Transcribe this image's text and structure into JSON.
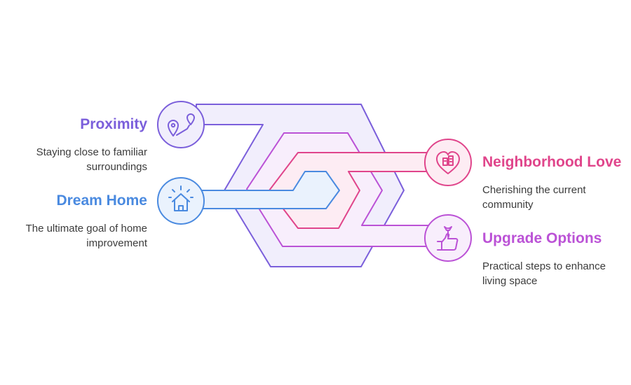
{
  "items": [
    {
      "key": "proximity",
      "title": "Proximity",
      "desc_lines": [
        "Staying close to familiar",
        "surroundings"
      ],
      "color": "#7b5fdb",
      "fill": "#f1eefc",
      "icon": "map-pins-icon"
    },
    {
      "key": "dream_home",
      "title": "Dream Home",
      "desc_lines": [
        "The ultimate goal of home",
        "improvement"
      ],
      "color": "#4a8ae0",
      "fill": "#eaf2fd",
      "icon": "house-icon"
    },
    {
      "key": "neighborhood_love",
      "title": "Neighborhood Love",
      "desc_lines": [
        "Cherishing the current",
        "community"
      ],
      "color": "#e0458b",
      "fill": "#fdecf3",
      "icon": "heart-building-icon"
    },
    {
      "key": "upgrade_options",
      "title": "Upgrade Options",
      "desc_lines": [
        "Practical steps to enhance",
        "living space"
      ],
      "color": "#bb52d6",
      "fill": "#f8eefc",
      "icon": "wrench-thumbs-up-icon"
    }
  ]
}
